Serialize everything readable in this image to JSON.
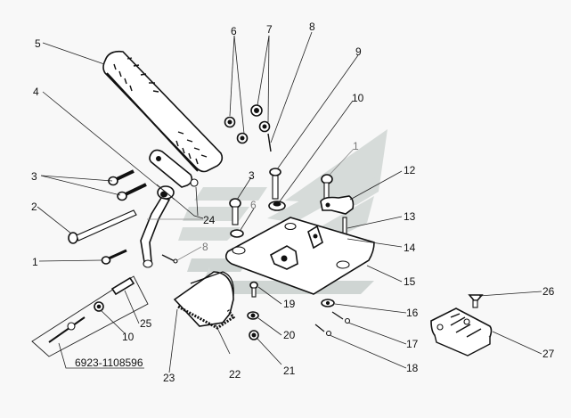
{
  "diagram": {
    "title": "Accelerator pedal assembly — exploded view",
    "watermark_color": "#d6dbd9",
    "line_color": "#111111",
    "background_color": "#f8f8f8",
    "kit_label": "6923-1108596",
    "callouts": [
      {
        "id": "c5",
        "text": "5",
        "part": "pedal"
      },
      {
        "id": "c4",
        "text": "4",
        "part": "pedal-bracket"
      },
      {
        "id": "c3a",
        "text": "3",
        "part": "bolt"
      },
      {
        "id": "c2",
        "text": "2",
        "part": "long-pin"
      },
      {
        "id": "c1a",
        "text": "1",
        "part": "screw"
      },
      {
        "id": "c6",
        "text": "6",
        "part": "lock-washer"
      },
      {
        "id": "c7",
        "text": "7",
        "part": "nut"
      },
      {
        "id": "c8",
        "text": "8",
        "part": "cotter-pin"
      },
      {
        "id": "c9",
        "text": "9",
        "part": "pin"
      },
      {
        "id": "c10",
        "text": "10",
        "part": "bushing"
      },
      {
        "id": "c1b",
        "text": "1",
        "part": "screw"
      },
      {
        "id": "c12",
        "text": "12",
        "part": "stop-bracket"
      },
      {
        "id": "c13",
        "text": "13",
        "part": "adjusting-screw"
      },
      {
        "id": "c14",
        "text": "14",
        "part": "nut"
      },
      {
        "id": "c15",
        "text": "15",
        "part": "base-plate"
      },
      {
        "id": "c3b",
        "text": "3",
        "part": "bolt"
      },
      {
        "id": "c6b",
        "text": "6",
        "part": "lock-washer"
      },
      {
        "id": "c24",
        "text": "24",
        "part": "lever-shaft"
      },
      {
        "id": "c8b",
        "text": "8",
        "part": "cotter-pin"
      },
      {
        "id": "c16",
        "text": "16",
        "part": "washer"
      },
      {
        "id": "c17",
        "text": "17",
        "part": "cotter-pin"
      },
      {
        "id": "c18",
        "text": "18",
        "part": "cotter-pin"
      },
      {
        "id": "c19",
        "text": "19",
        "part": "screw"
      },
      {
        "id": "c20",
        "text": "20",
        "part": "spring-washer"
      },
      {
        "id": "c21",
        "text": "21",
        "part": "nut"
      },
      {
        "id": "c22",
        "text": "22",
        "part": "boot-seal"
      },
      {
        "id": "c23",
        "text": "23",
        "part": "boot"
      },
      {
        "id": "c25",
        "text": "25",
        "part": "rod-end"
      },
      {
        "id": "c10b",
        "text": "10",
        "part": "nut"
      },
      {
        "id": "c26",
        "text": "26",
        "part": "countersunk-screw"
      },
      {
        "id": "c27",
        "text": "27",
        "part": "footrest-pad"
      }
    ]
  }
}
